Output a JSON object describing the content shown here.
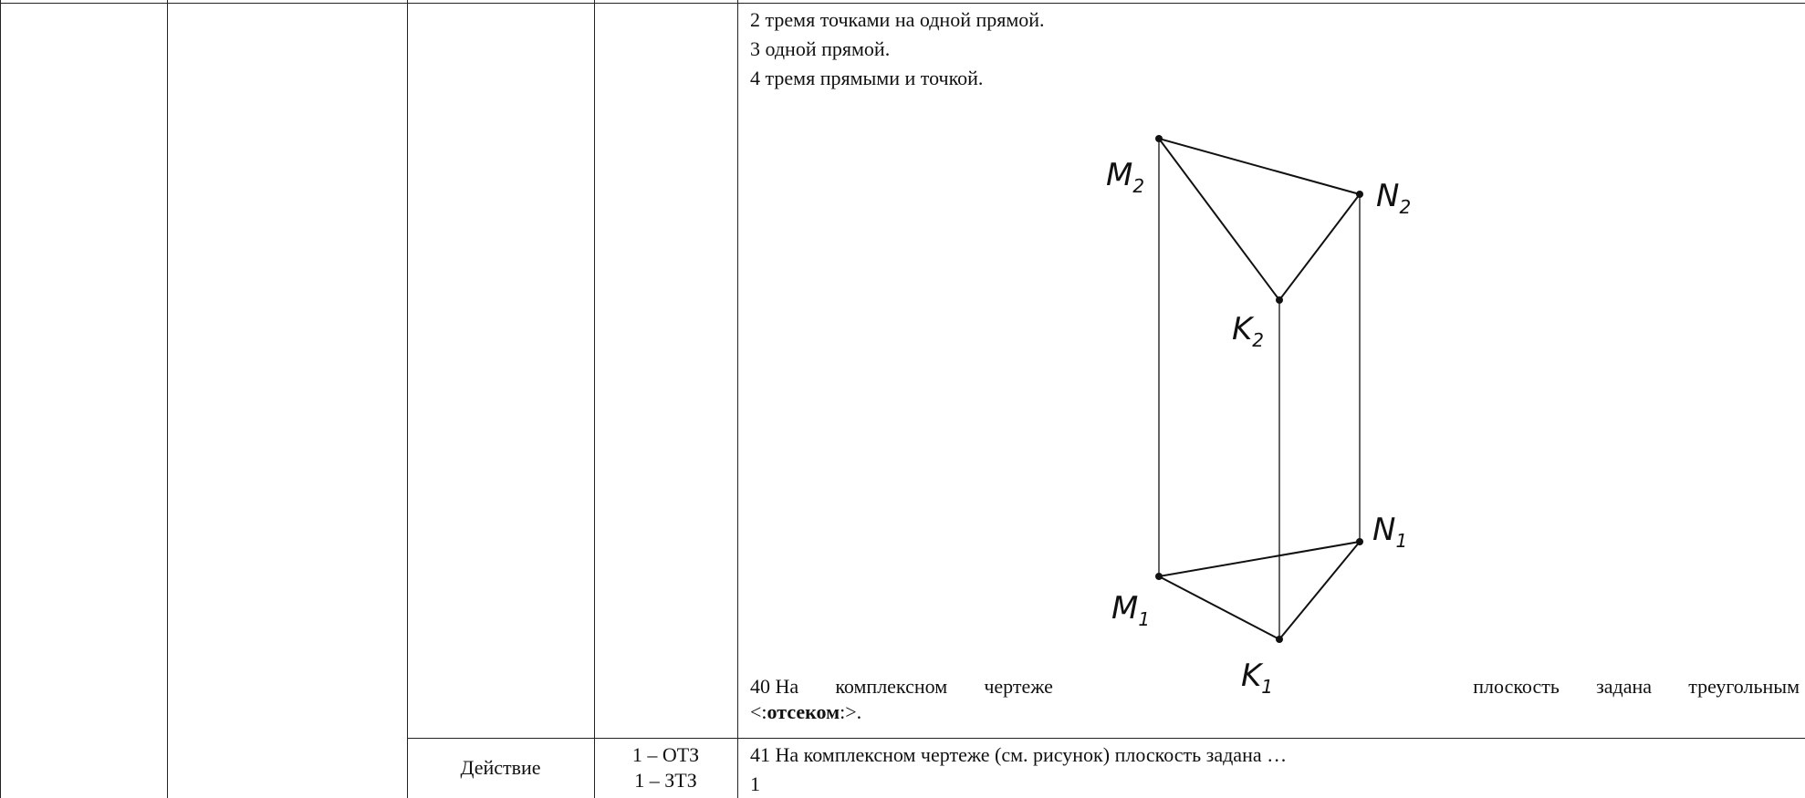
{
  "options": [
    "2 тремя точками на одной прямой.",
    "3 одной прямой.",
    "4 тремя прямыми и точкой."
  ],
  "question_40": {
    "words_left": [
      "40 На",
      "комплексном",
      "чертеже"
    ],
    "words_right": [
      "плоскость",
      "задана",
      "треугольным"
    ],
    "line2_prefix": "<:",
    "line2_bold": "отсеком",
    "line2_suffix": ":>."
  },
  "row2": {
    "category": "Действие",
    "count_otz": "1 – ОТЗ",
    "count_ztz": "1 – ЗТЗ",
    "question_41": "41 На комплексном чертеже (см. рисунок) плоскость задана …",
    "option_1": "1"
  },
  "figure_labels": {
    "M2": {
      "letter": "M",
      "sub": "2"
    },
    "N2": {
      "letter": "N",
      "sub": "2"
    },
    "K2": {
      "letter": "K",
      "sub": "2"
    },
    "M1": {
      "letter": "M",
      "sub": "1"
    },
    "N1": {
      "letter": "N",
      "sub": "1"
    },
    "K1": {
      "letter": "K",
      "sub": "1"
    }
  }
}
